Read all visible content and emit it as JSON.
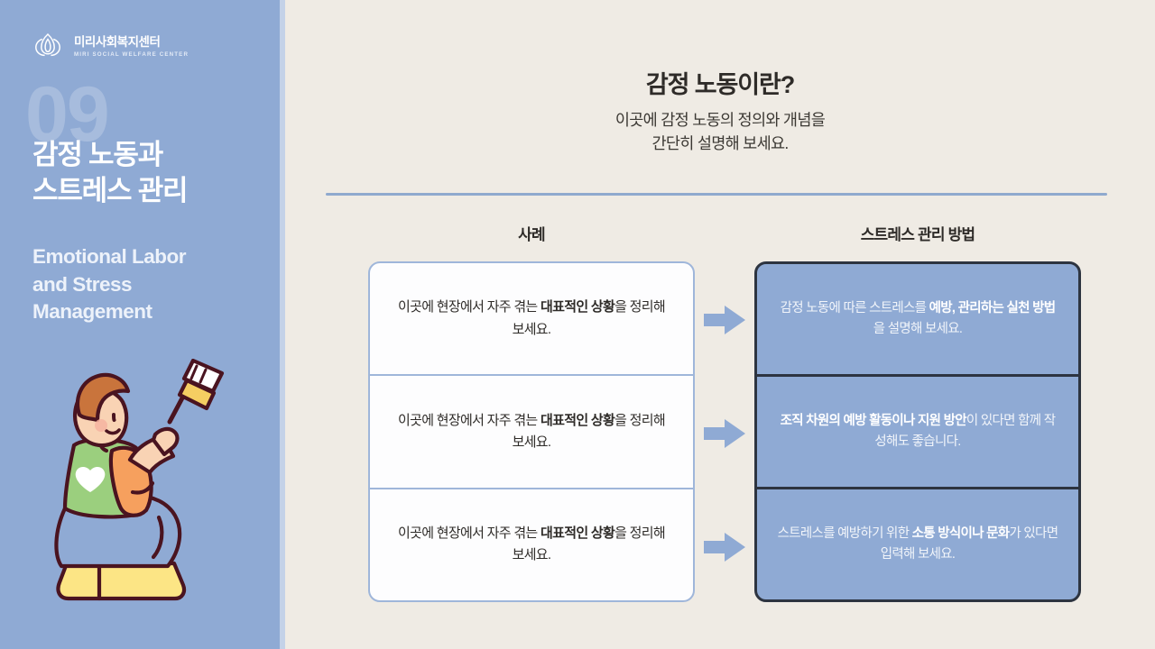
{
  "sidebar": {
    "logo": {
      "mark": "lotus-flower-icon",
      "name_kr": "미리사회복지센터",
      "name_en": "MIRI SOCIAL WELFARE CENTER"
    },
    "slide_number": "09",
    "title_kr": "감정 노동과\n스트레스 관리",
    "title_en": "Emotional Labor\nand Stress\nManagement",
    "illustration": "person-crouching-with-paintbrush-illustration",
    "colors": {
      "background": "#8FAAD4",
      "edge": "#C4D2E8",
      "title": "#FFFFFF"
    }
  },
  "main": {
    "headline": "감정 노동이란?",
    "subhead": "이곳에 감정 노동의 정의와 개념을\n간단히 설명해 보세요.",
    "columns": {
      "left_heading": "사례",
      "right_heading": "스트레스 관리 방법"
    },
    "left_cells": [
      {
        "pre": "이곳에 현장에서 자주 겪는 ",
        "strong": "대표적인 상황",
        "post": "을 정리해 보세요."
      },
      {
        "pre": "이곳에 현장에서 자주 겪는 ",
        "strong": "대표적인 상황",
        "post": "을 정리해 보세요."
      },
      {
        "pre": "이곳에 현장에서 자주 겪는 ",
        "strong": "대표적인 상황",
        "post": "을 정리해 보세요."
      }
    ],
    "right_cells": [
      {
        "pre": "감정 노동에 따른 스트레스를 ",
        "strong": "예방, 관리하는 실천 방법",
        "post": "을 설명해 보세요."
      },
      {
        "pre": "",
        "strong": "조직 차원의 예방 활동이나 지원 방안",
        "post": "이 있다면 함께 작성해도 좋습니다."
      },
      {
        "pre": "스트레스를 예방하기 위한 ",
        "strong": "소통 방식이나 문화",
        "post": "가 있다면 입력해 보세요."
      }
    ],
    "arrows": [
      "right-arrow-icon",
      "right-arrow-icon",
      "right-arrow-icon"
    ],
    "colors": {
      "background": "#EFEBE4",
      "divider": "#8FA9CE",
      "left_card_border": "#9FB6DA",
      "left_card_fill": "#FDFDFE",
      "right_card_border": "#2D3440",
      "right_card_fill": "#8FAAD4",
      "arrow": "#8FAAD4",
      "heading_text": "#2E2B28"
    }
  }
}
